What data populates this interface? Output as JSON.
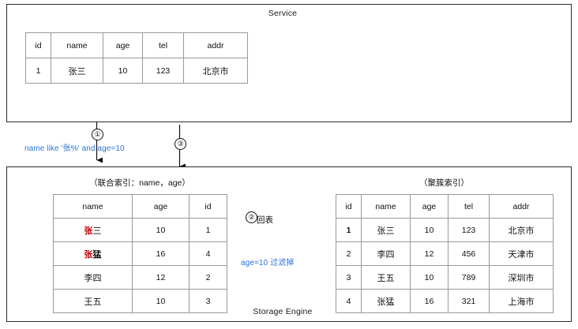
{
  "meta": {
    "colors": {
      "accent_blue": "#2b74d8",
      "highlight_red": "#c00000",
      "border": "#2b2b2b",
      "grid": "#9a9a9a",
      "background": "#ffffff"
    }
  },
  "service": {
    "title": "Service",
    "table": {
      "headers": [
        "id",
        "name",
        "age",
        "tel",
        "addr"
      ],
      "rows": [
        [
          "1",
          "张三",
          "10",
          "123",
          "北京市"
        ]
      ]
    }
  },
  "storage": {
    "title": "Storage Engine",
    "secondary_index": {
      "caption": "（联合索引：name，age）",
      "headers": [
        "name",
        "age",
        "id"
      ],
      "rows": [
        {
          "name_prefix": "张",
          "name_suffix": "三",
          "age": "10",
          "id": "1",
          "name_prefix_color": "red",
          "name_suffix_color": "black",
          "age_color": "red",
          "id_color": "red"
        },
        {
          "name_prefix": "张",
          "name_suffix": "猛",
          "age": "16",
          "id": "4",
          "name_prefix_color": "red",
          "name_suffix_color": "black-bold",
          "age_color": "blue",
          "id_color": "blue"
        },
        {
          "name_prefix": "",
          "name_suffix": "李四",
          "age": "12",
          "id": "2",
          "name_prefix_color": "black",
          "name_suffix_color": "black",
          "age_color": "black",
          "id_color": "black"
        },
        {
          "name_prefix": "",
          "name_suffix": "王五",
          "age": "10",
          "id": "3",
          "name_prefix_color": "black",
          "name_suffix_color": "black",
          "age_color": "black",
          "id_color": "black"
        }
      ]
    },
    "clustered_index": {
      "caption": "（聚簇索引）",
      "headers": [
        "id",
        "name",
        "age",
        "tel",
        "addr"
      ],
      "rows": [
        {
          "id": "1",
          "name": "张三",
          "age": "10",
          "tel": "123",
          "addr": "北京市",
          "id_color": "red"
        },
        {
          "id": "2",
          "name": "李四",
          "age": "12",
          "tel": "456",
          "addr": "天津市",
          "id_color": "black"
        },
        {
          "id": "3",
          "name": "王五",
          "age": "10",
          "tel": "789",
          "addr": "深圳市",
          "id_color": "black"
        },
        {
          "id": "4",
          "name": "张猛",
          "age": "16",
          "tel": "321",
          "addr": "上海市",
          "id_color": "black"
        }
      ]
    }
  },
  "annotations": {
    "step1_marker": "①",
    "step2_marker": "②",
    "step3_marker": "③",
    "sql_condition": "name like '张%'  and age=10",
    "step2_label": "回表",
    "filter_note": "age=10 过滤掉"
  }
}
